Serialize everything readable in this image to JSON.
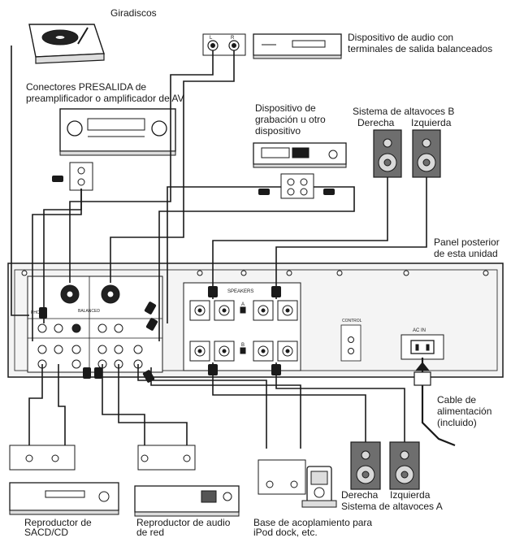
{
  "labels": {
    "turntable": "Giradiscos",
    "balanced_device_l1": "Dispositivo de audio con",
    "balanced_device_l2": "terminales de salida balanceados",
    "preout_l1": "Conectores PRESALIDA de",
    "preout_l2": "preamplificador o amplificador de AV",
    "recorder_l1": "Dispositivo de",
    "recorder_l2": "grabación u otro",
    "recorder_l3": "dispositivo",
    "speakers_b_title": "Sistema de altavoces B",
    "speakers_b_right": "Derecha",
    "speakers_b_left": "Izquierda",
    "rear_panel_l1": "Panel posterior",
    "rear_panel_l2": "de esta unidad",
    "power_cable_l1": "Cable de",
    "power_cable_l2": "alimentación",
    "power_cable_l3": "(incluido)",
    "speakers_a_right": "Derecha",
    "speakers_a_left": "Izquierda",
    "speakers_a_title": "Sistema de altavoces A",
    "sacd_l1": "Reproductor de",
    "sacd_l2": "SACD/CD",
    "network_l1": "Reproductor de audio",
    "network_l2": "de red",
    "dock_l1": "Base de acoplamiento para",
    "dock_l2": "iPod dock, etc."
  },
  "panel_text": {
    "speakers_block": "SPEAKERS",
    "speaker_a": "A",
    "speaker_b": "B",
    "control": "CONTROL",
    "ac_in": "AC IN",
    "balanced": "BALANCED",
    "phono": "PHONO"
  },
  "colors": {
    "line": "#1a1a1a",
    "panel_fill": "#f4f4f4",
    "speaker_body": "#6e6e6e",
    "speaker_cone": "#d9d9d9"
  }
}
